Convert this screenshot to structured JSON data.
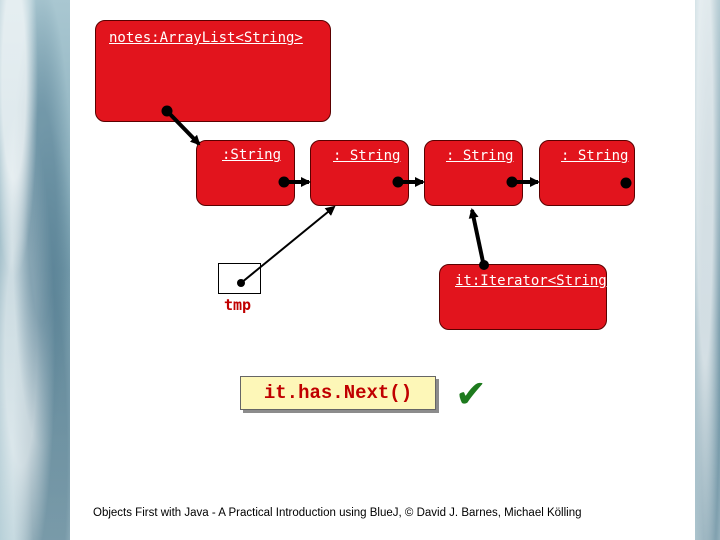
{
  "diagram": {
    "list_object_label": "notes:ArrayList<String>",
    "string_objects": [
      ":String",
      ": String",
      ": String",
      ": String"
    ],
    "iterator_label": "it:Iterator<String>",
    "variable_label": "tmp",
    "method_call": "it.has.Next()",
    "check_mark": "✔",
    "colors": {
      "object_fill": "#e2141d",
      "method_box_fill": "#fdf7b8",
      "method_text": "#c00000",
      "check": "#1d7a1d"
    }
  },
  "footer": {
    "text": "Objects First with Java - A Practical Introduction using BlueJ, © David J. Barnes, Michael Kölling"
  }
}
